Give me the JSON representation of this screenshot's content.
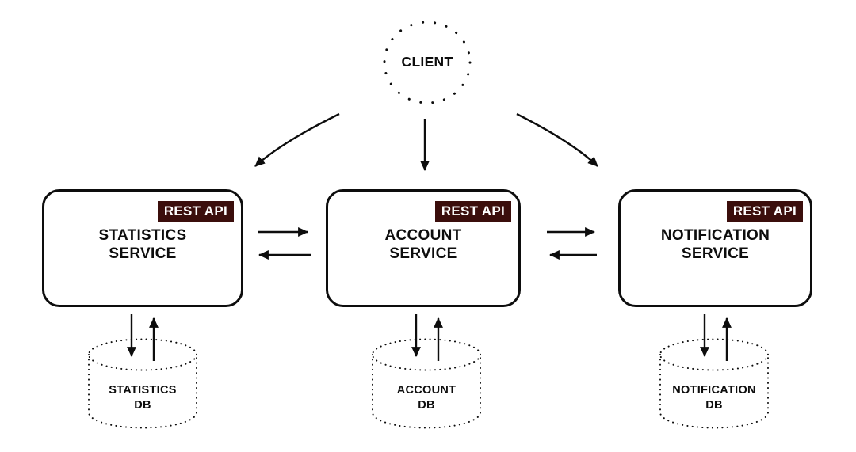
{
  "colors": {
    "badge_bg": "#3B0E0C",
    "badge_text": "#FFFFFF",
    "line": "#0D0D0D",
    "background": "#FFFFFF"
  },
  "client": {
    "label": "CLIENT"
  },
  "services": [
    {
      "badge": "REST API",
      "name_line1": "STATISTICS",
      "name_line2": "SERVICE",
      "db_line1": "STATISTICS",
      "db_line2": "DB"
    },
    {
      "badge": "REST API",
      "name_line1": "ACCOUNT",
      "name_line2": "SERVICE",
      "db_line1": "ACCOUNT",
      "db_line2": "DB"
    },
    {
      "badge": "REST API",
      "name_line1": "NOTIFICATION",
      "name_line2": "SERVICE",
      "db_line1": "NOTIFICATION",
      "db_line2": "DB"
    }
  ]
}
